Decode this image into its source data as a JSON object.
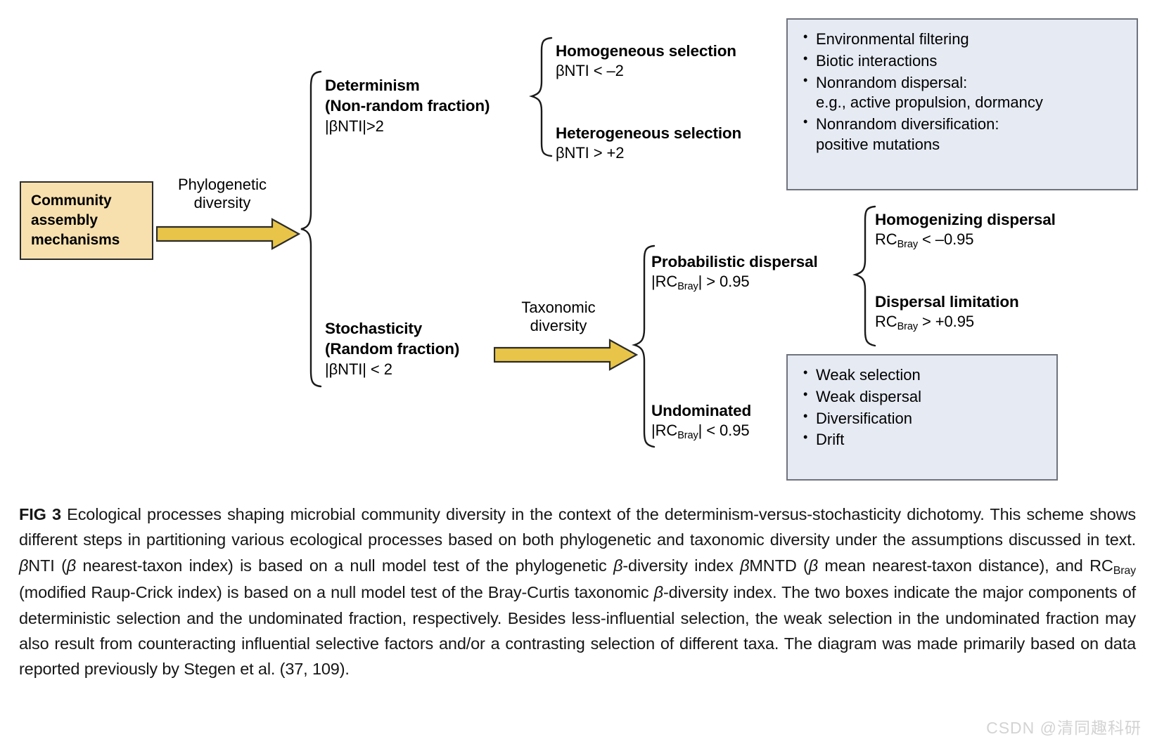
{
  "figure": {
    "root": {
      "label_lines": [
        "Community",
        "assembly",
        "mechanisms"
      ],
      "fill_color": "#F7E0AE",
      "border_color": "#2B2B2B"
    },
    "arrows": [
      {
        "name": "phylogenetic-diversity-arrow",
        "label_lines": [
          "Phylogenetic",
          "diversity"
        ],
        "color": "#E8C548"
      },
      {
        "name": "taxonomic-diversity-arrow",
        "label_lines": [
          "Taxonomic",
          "diversity"
        ],
        "color": "#E8C548"
      }
    ],
    "branches": {
      "determinism": {
        "title_lines": [
          "Determinism",
          "(Non-random fraction)"
        ],
        "formula": "|βNTI|>2"
      },
      "stochasticity": {
        "title_lines": [
          "Stochasticity",
          "(Random fraction)"
        ],
        "formula": "|βNTI| < 2"
      }
    },
    "processes": {
      "homogeneous_selection": {
        "title": "Homogeneous selection",
        "formula": "βNTI < –2"
      },
      "heterogeneous_selection": {
        "title": "Heterogeneous selection",
        "formula": "βNTI > +2"
      },
      "probabilistic_dispersal": {
        "title": "Probabilistic dispersal",
        "formula_pre": "|RC",
        "formula_sub": "Bray",
        "formula_post": "| > 0.95"
      },
      "undominated": {
        "title": "Undominated",
        "formula_pre": "|RC",
        "formula_sub": "Bray",
        "formula_post": "| < 0.95"
      },
      "homogenizing_dispersal": {
        "title": "Homogenizing dispersal",
        "formula_pre": "RC",
        "formula_sub": "Bray",
        "formula_post": " < –0.95"
      },
      "dispersal_limitation": {
        "title": "Dispersal limitation",
        "formula_pre": "RC",
        "formula_sub": "Bray",
        "formula_post": " > +0.95"
      }
    },
    "info_boxes": [
      {
        "name": "deterministic-components-box",
        "fill_color": "#E6EAF3",
        "border_color": "#6F737D",
        "items": [
          {
            "text": "Environmental filtering"
          },
          {
            "text": "Biotic interactions"
          },
          {
            "text": "Nonrandom dispersal:",
            "sub": "e.g., active propulsion, dormancy"
          },
          {
            "text": "Nonrandom diversification:",
            "sub": "positive mutations"
          }
        ]
      },
      {
        "name": "undominated-components-box",
        "fill_color": "#E6EAF3",
        "border_color": "#6F737D",
        "items": [
          {
            "text": "Weak selection"
          },
          {
            "text": "Weak dispersal"
          },
          {
            "text": "Diversification"
          },
          {
            "text": "Drift"
          }
        ]
      }
    ]
  },
  "caption": {
    "label": "FIG 3",
    "segments": [
      {
        "t": " Ecological processes shaping microbial community diversity in the context of the determinism-versus-stochasticity dichotomy. This scheme shows different steps in partitioning various ecological processes based on both phylogenetic and taxonomic diversity under the assumptions discussed in text. "
      },
      {
        "t": "β",
        "i": true
      },
      {
        "t": "NTI ("
      },
      {
        "t": "β",
        "i": true
      },
      {
        "t": " nearest-taxon index) is based on a null model test of the phylogenetic "
      },
      {
        "t": "β",
        "i": true
      },
      {
        "t": "-diversity index "
      },
      {
        "t": "β",
        "i": true
      },
      {
        "t": "MNTD ("
      },
      {
        "t": "β",
        "i": true
      },
      {
        "t": " mean nearest-taxon distance), and RC"
      },
      {
        "t": "Bray",
        "sub": true
      },
      {
        "t": " (modified Raup-Crick index) is based on a null model test of the Bray-Curtis taxonomic "
      },
      {
        "t": "β",
        "i": true
      },
      {
        "t": "-diversity index. The two boxes indicate the major components of deterministic selection and the undominated fraction, respectively. Besides less-influential selection, the weak selection in the undominated fraction may also result from counteracting influential selective factors and/or a contrasting selection of different taxa. The diagram was made primarily based on data reported previously by Stegen et al. (37, 109)."
      }
    ]
  },
  "watermark": {
    "text": "CSDN @清同趣科研",
    "color": "#D3D3D3"
  }
}
